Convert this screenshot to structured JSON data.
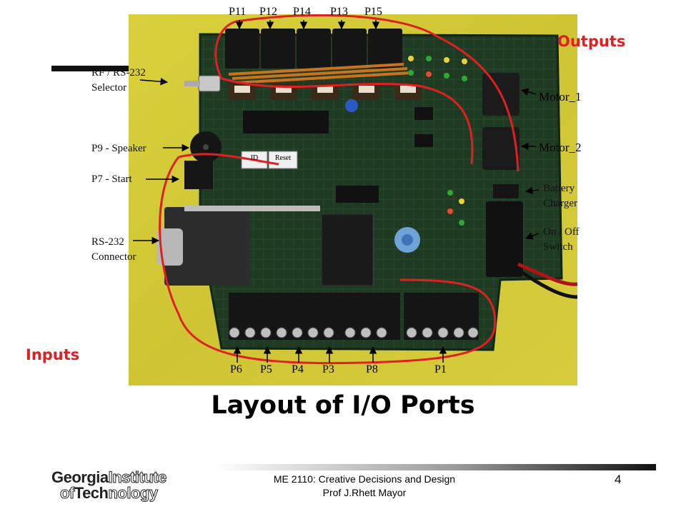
{
  "labels": {
    "outputs": "Outputs",
    "inputs": "Inputs",
    "rf_selector": [
      "RF / RS-232",
      "Selector"
    ],
    "p9": "P9 - Speaker",
    "p7": "P7 - Start",
    "rs232": [
      "RS-232",
      "Connector"
    ],
    "motor1": "Motor_1",
    "motor2": "Motor_2",
    "battery": [
      "Battery",
      "Charger"
    ],
    "onoff": [
      "On / Off",
      "Switch"
    ],
    "id_button": "ID",
    "reset_button": "Reset"
  },
  "top_ports": [
    "P11",
    "P12",
    "P14",
    "P13",
    "P15"
  ],
  "bottom_ports": [
    "P6",
    "P5",
    "P4",
    "P3",
    "P8",
    "P1"
  ],
  "title": "Layout of I/O Ports",
  "footer": {
    "line1": "ME 2110: Creative Decisions and Design",
    "line2": "Prof J.Rhett Mayor",
    "page": "4"
  },
  "logo": {
    "line1_a": "Georgia",
    "line1_b": "Institute",
    "line2_a": "of",
    "line2_b": "Tech",
    "line2_c": "nology"
  },
  "colors": {
    "annotation_red": "#e02020",
    "board_green": "#1f3a22",
    "background_yellow": "#d8cf3a"
  }
}
